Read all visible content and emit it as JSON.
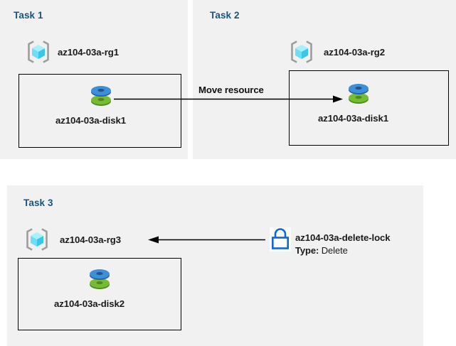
{
  "diagram": {
    "title_color": "#15557f",
    "panel_color": "#f1f1f1",
    "background": "#ffffff",
    "lock_color": "#1266d6",
    "disk_top_color": "#3c8fd8",
    "disk_bottom_color": "#6ab02e",
    "rg_cube_color": "#7fe4f5"
  },
  "tasks": [
    {
      "label": "Task 1",
      "resource_group": "az104-03a-rg1",
      "resource": "az104-03a-disk1"
    },
    {
      "label": "Task 2",
      "resource_group": "az104-03a-rg2",
      "resource": "az104-03a-disk1"
    },
    {
      "label": "Task 3",
      "resource_group": "az104-03a-rg3",
      "resource": "az104-03a-disk2"
    }
  ],
  "connectors": {
    "move_resource_label": "Move resource"
  },
  "lock": {
    "name": "az104-03a-delete-lock",
    "type_key": "Type:",
    "type_value": "Delete"
  }
}
